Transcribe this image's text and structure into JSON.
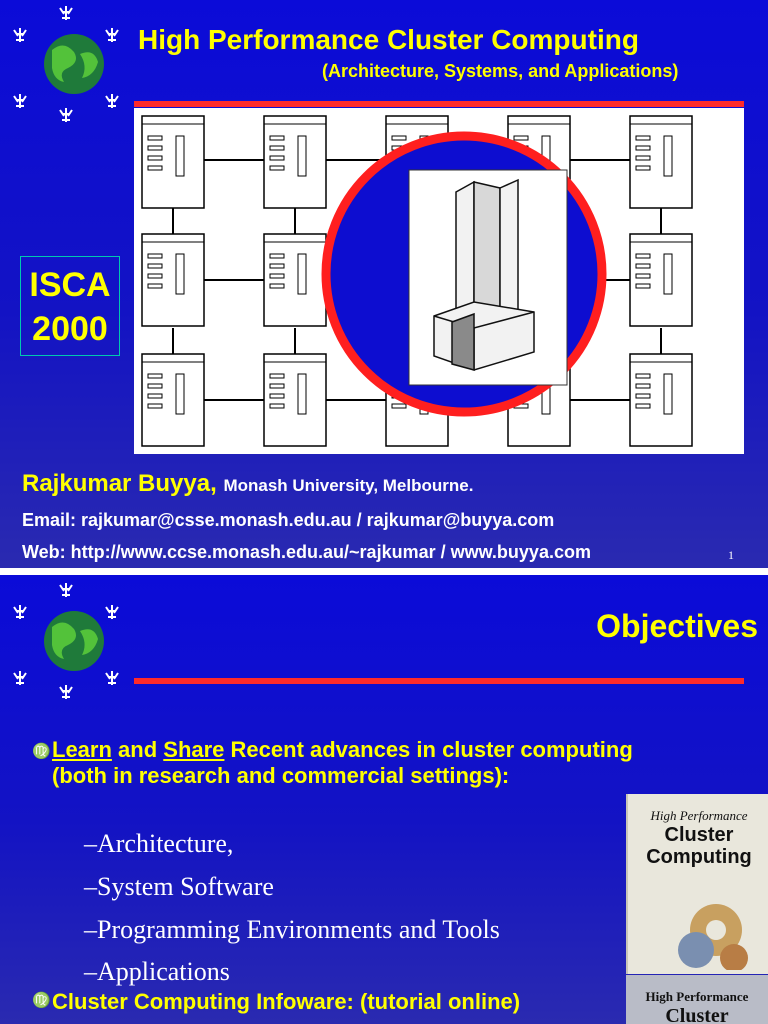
{
  "slide1": {
    "title": "High Performance Cluster Computing",
    "subtitle": "(Architecture, Systems, and Applications)",
    "badge_line1": "ISCA",
    "badge_line2": "2000",
    "author": "Rajkumar Buyya,",
    "affiliation": "Monash University, Melbourne.",
    "email": "Email: rajkumar@csse.monash.edu.au / rajkumar@buyya.com",
    "web": "Web: http://www.ccse.monash.edu.au/~rajkumar / www.buyya.com",
    "page_number": "1"
  },
  "slide2": {
    "title": "Objectives",
    "bullet1": {
      "word_learn": "Learn",
      "word_and": " and ",
      "word_share": "Share",
      "rest": " Recent advances in cluster computing (both in research and commercial settings):"
    },
    "sub_bullets": [
      "Architecture,",
      "System Software",
      "Programming Environments and Tools",
      "Applications"
    ],
    "bullet2": "Cluster Computing Infoware: (tutorial online)",
    "book1": {
      "line1": "High Performance",
      "line2": "Cluster",
      "line3": "Computing"
    },
    "book2": {
      "line1": "High Performance",
      "line2": "Cluster"
    }
  },
  "colors": {
    "background": "#1313c4",
    "title": "#ffff00",
    "accent_line": "#ff2a2a",
    "bullet": "#ff7a2a"
  },
  "icons": [
    "globe-network-icon",
    "cluster-diagram-image",
    "supercomputer-icon",
    "book-cover-image"
  ]
}
